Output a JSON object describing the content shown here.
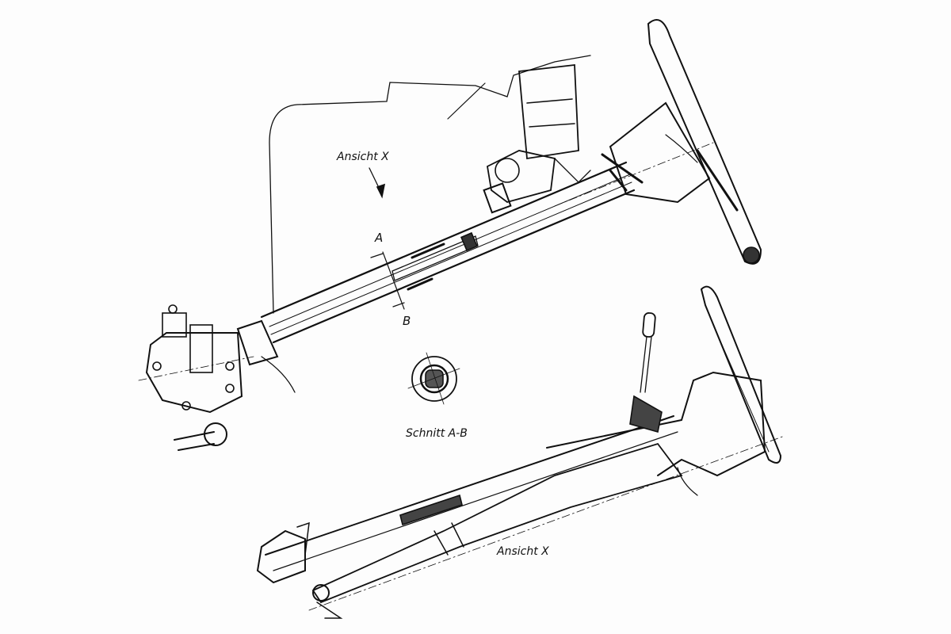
{
  "labels": {
    "view_top": "Ansicht X",
    "section_a": "A",
    "section_b": "B",
    "section_caption": "Schnitt A-B",
    "view_bottom": "Ansicht X"
  },
  "colors": {
    "ink": "#111111",
    "paper": "#fdfdfd"
  }
}
